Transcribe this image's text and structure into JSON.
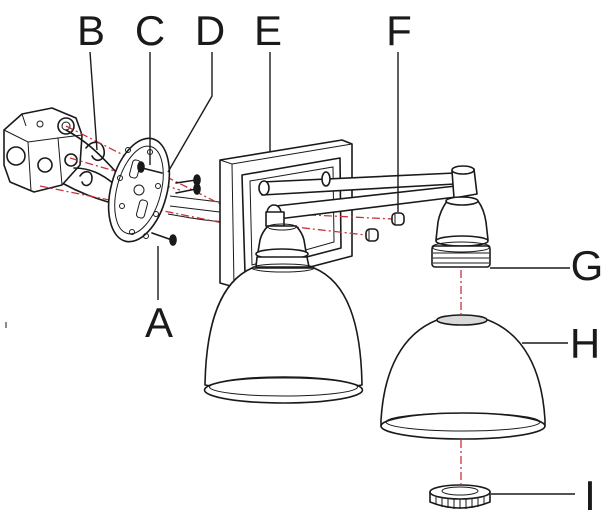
{
  "callouts": {
    "a": "A",
    "b": "B",
    "c": "C",
    "d": "D",
    "e": "E",
    "f": "F",
    "g": "G",
    "h": "H",
    "i": "I"
  },
  "colors": {
    "ink": "#1a1a1a",
    "guide": "#c8323c",
    "background": "#ffffff"
  }
}
